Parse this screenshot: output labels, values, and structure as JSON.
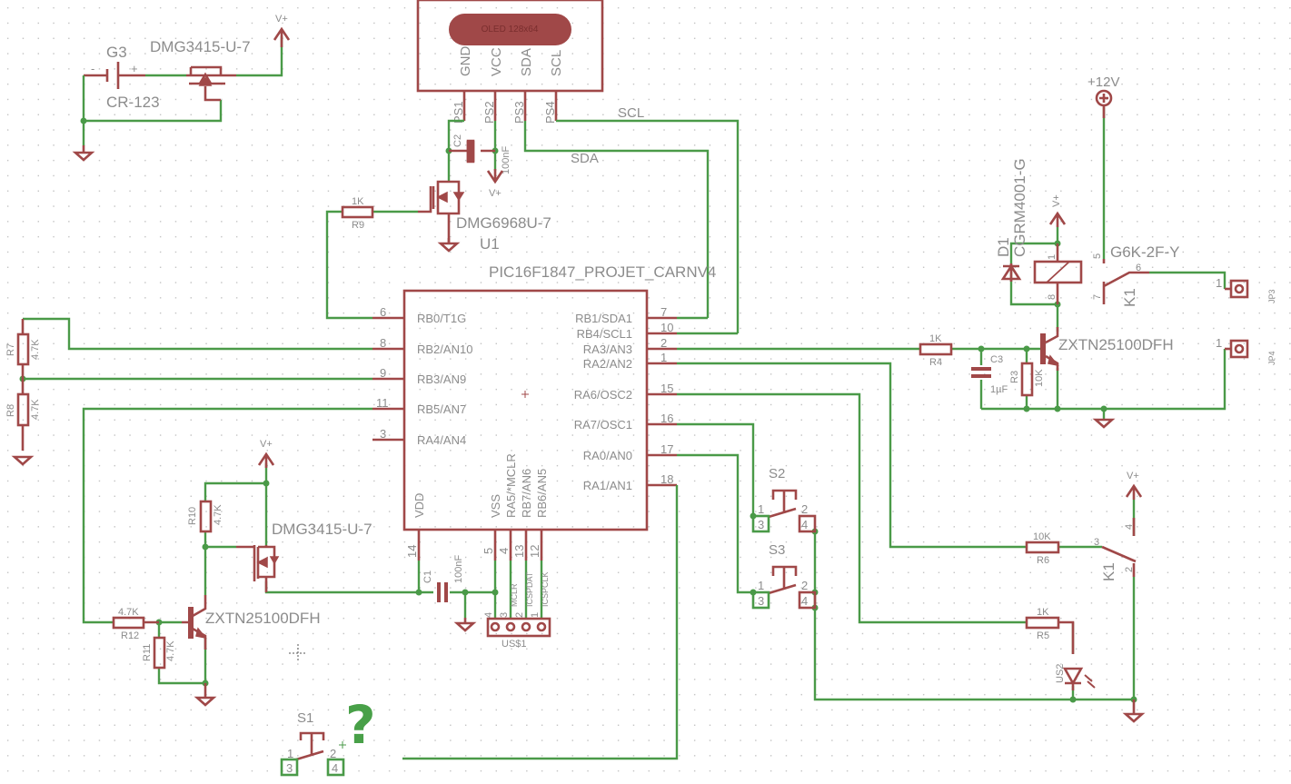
{
  "colors": {
    "wire": "#4a9a48",
    "part": "#a04848",
    "text": "#8c8c8c",
    "background": "#ffffff"
  },
  "oled": {
    "title": "OLED 128x64",
    "pins": [
      "GND",
      "VCC",
      "SDA",
      "SCL"
    ],
    "pads": [
      "PS1",
      "PS2",
      "PS3",
      "PS4"
    ]
  },
  "nets": {
    "scl": "SCL",
    "sda": "SDA",
    "vplus": "V+",
    "v12": "+12V"
  },
  "c2": {
    "name": "C2",
    "value": "100nF"
  },
  "q_oled": {
    "part": "DMG6968U-7",
    "ref": "U1"
  },
  "r9": {
    "name": "R9",
    "value": "1K"
  },
  "mcu": {
    "title": "PIC16F1847_PROJET_CARNV4",
    "left_pins": [
      {
        "num": "6",
        "label": "RB0/T1G"
      },
      {
        "num": "8",
        "label": "RB2/AN10"
      },
      {
        "num": "9",
        "label": "RB3/AN9"
      },
      {
        "num": "11",
        "label": "RB5/AN7"
      },
      {
        "num": "3",
        "label": "RA4/AN4"
      }
    ],
    "right_pins": [
      {
        "num": "7",
        "label": "RB1/SDA1"
      },
      {
        "num": "10",
        "label": "RB4/SCL1"
      },
      {
        "num": "2",
        "label": "RA3/AN3"
      },
      {
        "num": "1",
        "label": "RA2/AN2"
      },
      {
        "num": "15",
        "label": "RA6/OSC2"
      },
      {
        "num": "16",
        "label": "RA7/OSC1"
      },
      {
        "num": "17",
        "label": "RA0/AN0"
      },
      {
        "num": "18",
        "label": "RA1/AN1"
      }
    ],
    "bottom_pins": [
      {
        "num": "14",
        "label": "VDD"
      },
      {
        "num": "5",
        "label": "VSS"
      },
      {
        "num": "4",
        "label": "RA5/*MCLR"
      },
      {
        "num": "13",
        "label": "RB7/AN6"
      },
      {
        "num": "12",
        "label": "RB6/AN5"
      }
    ]
  },
  "battery": {
    "name": "G3",
    "part": "CR-123",
    "minus": "-",
    "plus": "+"
  },
  "q_batt": {
    "part": "DMG3415-U-7"
  },
  "r7": {
    "name": "R7",
    "value": "4.7K"
  },
  "r8": {
    "name": "R8",
    "value": "4.7K"
  },
  "r10": {
    "name": "R10",
    "value": "4.7K"
  },
  "r11": {
    "name": "R11",
    "value": "4.7K"
  },
  "r12": {
    "name": "R12",
    "value": "4.7K"
  },
  "q_pwr": {
    "part": "DMG3415-U-7"
  },
  "q_drv": {
    "part": "ZXTN25100DFH"
  },
  "c1": {
    "name": "C1",
    "value": "100nF"
  },
  "header": {
    "name": "US$1",
    "pins": [
      "4",
      "3",
      "2",
      "1"
    ],
    "signals": [
      "MCLR",
      "ICSPDAT",
      "ICSPCLK"
    ]
  },
  "relay": {
    "ref": "K1",
    "part": "G6K-2F-Y",
    "pins": {
      "p1": "1",
      "p8": "8",
      "p5": "5",
      "p6": "6",
      "p7": "7",
      "p3": "3",
      "p2": "2",
      "p4": "4"
    }
  },
  "d1": {
    "name": "D1",
    "part": "CGRM4001-G"
  },
  "q_relay": {
    "part": "ZXTN25100DFH"
  },
  "r4": {
    "name": "R4",
    "value": "1K"
  },
  "c3": {
    "name": "C3",
    "value": "1µF"
  },
  "r3": {
    "name": "R3",
    "value": "10K"
  },
  "jp3": {
    "name": "JP3",
    "pin": "1"
  },
  "jp4": {
    "name": "JP4",
    "pin": "1"
  },
  "r6": {
    "name": "R6",
    "value": "10K"
  },
  "r5": {
    "name": "R5",
    "value": "1K"
  },
  "led": {
    "name": "US2"
  },
  "s1": {
    "name": "S1",
    "pins": [
      "1",
      "2",
      "3",
      "4"
    ]
  },
  "s2": {
    "name": "S2",
    "pins": [
      "1",
      "2",
      "3",
      "4"
    ]
  },
  "s3": {
    "name": "S3",
    "pins": [
      "1",
      "2",
      "3",
      "4"
    ]
  },
  "cursor_hint": "?"
}
